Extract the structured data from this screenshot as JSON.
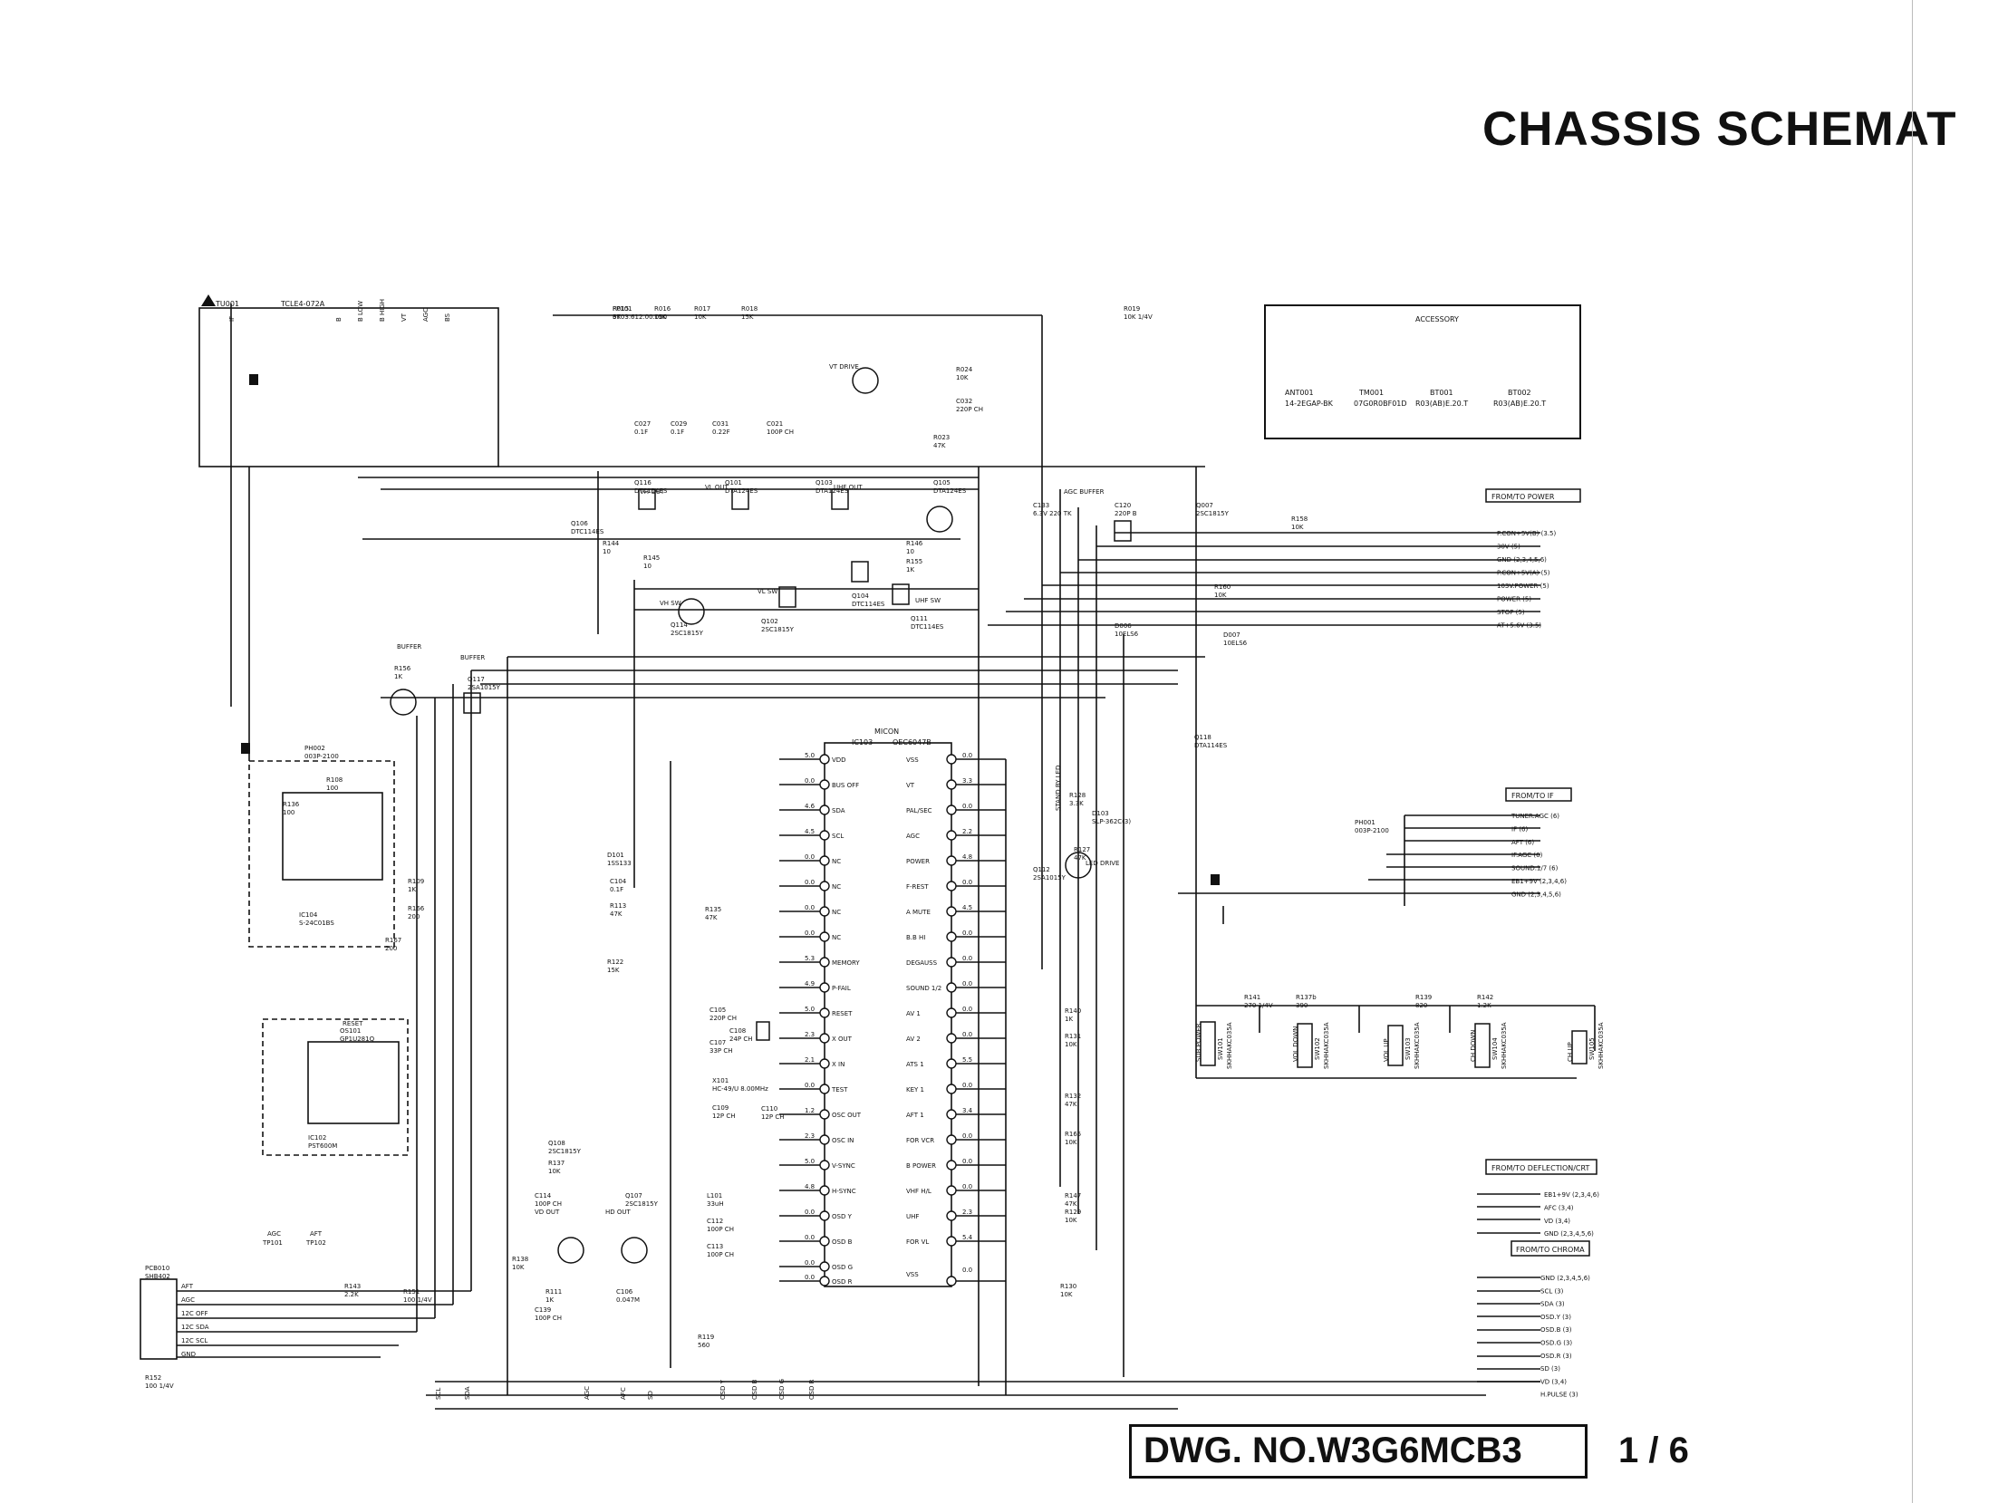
{
  "title": "CHASSIS SCHEMAT",
  "drawing_number": "DWG. NO.W3G6MCB3",
  "page": "1 / 6",
  "accessory": {
    "heading": "ACCESSORY",
    "items": [
      {
        "ref": "ANT001",
        "part": "14-2EGAP-BK"
      },
      {
        "ref": "TM001",
        "part": "07G0R0BF01D"
      },
      {
        "ref": "BT001",
        "part": "R03(AB)E.20.T"
      },
      {
        "ref": "BT002",
        "part": "R03(AB)E.20.T"
      }
    ]
  },
  "tuner": {
    "ref": "TU001",
    "part": "TCLE4-072A"
  },
  "connectors": {
    "power": {
      "label": "FROM/TO POWER",
      "pins": [
        "P.CON+5V(B) (3.5)",
        "30V (5)",
        "GND (2,3,4,5,6)",
        "P.CON+5V(A) (5)",
        "103V.POWER (5)",
        "POWER (5)",
        "STOP (5)",
        "AT+5.6V (3.5)"
      ]
    },
    "if": {
      "label": "FROM/TO IF",
      "pins": [
        "TUNER.AGC (6)",
        "IF (6)",
        "AFT (6)",
        "IF.AGC (6)",
        "SOUND.1/7 (6)",
        "EB1+9V (2,3,4,6)",
        "GND (2,3,4,5,6)"
      ]
    },
    "deflection": {
      "label": "FROM/TO DEFLECTION/CRT",
      "pins": [
        "EB1+9V (2,3,4,6)",
        "AFC (3,4)",
        "VD (3,4)",
        "GND (2,3,4,5,6)"
      ]
    },
    "chroma": {
      "label": "FROM/TO CHROMA",
      "pins": [
        "GND (2,3,4,5,6)",
        "SCL (3)",
        "SDA (3)",
        "OSD.Y (3)",
        "OSD.B (3)",
        "OSD.G (3)",
        "OSD.R (3)",
        "SD (3)",
        "VD (3,4)",
        "H.PULSE (3)"
      ]
    }
  },
  "micon": {
    "ref": "IC103",
    "name": "MICON",
    "part": "OEC6047B",
    "left_pins": [
      "VDD",
      "BUS OFF",
      "SDA",
      "SCL",
      "NC",
      "NC",
      "NC",
      "NC",
      "MEMORY",
      "P-FAIL",
      "RESET",
      "X OUT",
      "X IN",
      "TEST",
      "OSC OUT",
      "OSC IN",
      "V-SYNC",
      "H-SYNC",
      "OSD Y",
      "OSD B",
      "OSD G",
      "OSD R"
    ],
    "left_volts": [
      "5.0",
      "0.0",
      "4.6",
      "4.5",
      "0.0",
      "0.0",
      "0.0",
      "0.0",
      "5.3",
      "4.9",
      "5.0",
      "2.3",
      "2.1",
      "0.0",
      "1.2",
      "2.3",
      "5.0",
      "4.8",
      "0.0",
      "0.0",
      "0.0",
      "0.0"
    ],
    "right_pins": [
      "VSS",
      "VT",
      "PAL/SEC",
      "AGC",
      "POWER",
      "F-REST",
      "A MUTE",
      "B.B HI",
      "DEGAUSS",
      "SOUND 1/2",
      "AV 1",
      "AV 2",
      "ATS 1",
      "KEY 1",
      "AFT 1",
      "FOR VCR",
      "B POWER",
      "VHF H/L",
      "UHF",
      "FOR VL",
      "VSS"
    ],
    "right_volts": [
      "0.0",
      "3.3",
      "0.0",
      "2.2",
      "4.8",
      "0.0",
      "4.5",
      "0.0",
      "0.0",
      "0.0",
      "0.0",
      "0.0",
      "5.5",
      "0.0",
      "3.4",
      "0.0",
      "0.0",
      "0.0",
      "2.3",
      "5.4",
      "0.0"
    ]
  },
  "components": [
    {
      "ref": "R015",
      "val": "3K"
    },
    {
      "ref": "R016",
      "val": "15K"
    },
    {
      "ref": "R017",
      "val": "10K"
    },
    {
      "ref": "R018",
      "val": "15K"
    },
    {
      "ref": "R019",
      "val": "10K 1/4V"
    },
    {
      "ref": "R024",
      "val": "10K"
    },
    {
      "ref": "R023",
      "val": "47K"
    },
    {
      "ref": "C027",
      "val": "0.1F"
    },
    {
      "ref": "C029",
      "val": "0.1F"
    },
    {
      "ref": "C031",
      "val": "0.22F"
    },
    {
      "ref": "C021",
      "val": "100P CH"
    },
    {
      "ref": "C032",
      "val": "220P CH"
    },
    {
      "ref": "Q007",
      "val": "2SC1815Y"
    },
    {
      "ref": "R158",
      "val": "10K"
    },
    {
      "ref": "R160",
      "val": "10K"
    },
    {
      "ref": "D007",
      "val": "10ELS6"
    },
    {
      "ref": "D006",
      "val": "10ELS6"
    },
    {
      "ref": "C133",
      "val": "6.3V 220 TK"
    },
    {
      "ref": "C120",
      "val": "220P B"
    },
    {
      "ref": "Q116",
      "val": "DTC114ES"
    },
    {
      "ref": "Q101",
      "val": "DTA124ES"
    },
    {
      "ref": "Q103",
      "val": "DTA124ES"
    },
    {
      "ref": "Q105",
      "val": "DTA124ES"
    },
    {
      "ref": "Q114",
      "val": "2SC1815Y"
    },
    {
      "ref": "Q102",
      "val": "2SC1815Y"
    },
    {
      "ref": "Q104",
      "val": "DTC114ES"
    },
    {
      "ref": "Q111",
      "val": "DTC114ES"
    },
    {
      "ref": "Q106",
      "val": "DTC114ES"
    },
    {
      "ref": "R144",
      "val": "10"
    },
    {
      "ref": "R145",
      "val": "10"
    },
    {
      "ref": "R146",
      "val": "10"
    },
    {
      "ref": "R155",
      "val": "1K"
    },
    {
      "ref": "R156",
      "val": "1K"
    },
    {
      "ref": "Q117",
      "val": "2SA1015Y"
    },
    {
      "ref": "Q118",
      "val": "DTA114ES"
    },
    {
      "ref": "PH001",
      "val": "003P-2100"
    },
    {
      "ref": "PH002",
      "val": "003P-2100"
    },
    {
      "ref": "R108",
      "val": "100"
    },
    {
      "ref": "R109",
      "val": "1K"
    },
    {
      "ref": "R166",
      "val": "200"
    },
    {
      "ref": "R167",
      "val": "200"
    },
    {
      "ref": "R136",
      "val": "100"
    },
    {
      "ref": "IC104",
      "val": "S-24C01BS"
    },
    {
      "ref": "OS101",
      "val": "GP1U281Q"
    },
    {
      "ref": "IC102",
      "val": "PST600M"
    },
    {
      "ref": "D101",
      "val": "1SS133"
    },
    {
      "ref": "C104",
      "val": "0.1F"
    },
    {
      "ref": "R113",
      "val": "47K"
    },
    {
      "ref": "R135",
      "val": "47K"
    },
    {
      "ref": "R122",
      "val": "15K"
    },
    {
      "ref": "C105",
      "val": "220P CH"
    },
    {
      "ref": "C107",
      "val": "33P CH"
    },
    {
      "ref": "C108",
      "val": "24P CH"
    },
    {
      "ref": "X101",
      "val": "HC-49/U 8.00MHz"
    },
    {
      "ref": "C109",
      "val": "12P CH"
    },
    {
      "ref": "C110",
      "val": "12P CH"
    },
    {
      "ref": "L101",
      "val": "33uH"
    },
    {
      "ref": "C112",
      "val": "100P CH"
    },
    {
      "ref": "C113",
      "val": "100P CH"
    },
    {
      "ref": "C114",
      "val": "100P CH"
    },
    {
      "ref": "Q107",
      "val": "2SC1815Y"
    },
    {
      "ref": "Q108",
      "val": "2SC1815Y"
    },
    {
      "ref": "R137",
      "val": "10K"
    },
    {
      "ref": "R138",
      "val": "10K"
    },
    {
      "ref": "R111",
      "val": "1K"
    },
    {
      "ref": "C106",
      "val": "0.047M"
    },
    {
      "ref": "C139",
      "val": "100P CH"
    },
    {
      "ref": "R119",
      "val": "560"
    },
    {
      "ref": "R140",
      "val": "1K"
    },
    {
      "ref": "R131",
      "val": "10K"
    },
    {
      "ref": "R132",
      "val": "47K"
    },
    {
      "ref": "R165",
      "val": "10K"
    },
    {
      "ref": "R147",
      "val": "47K"
    },
    {
      "ref": "R129",
      "val": "10K"
    },
    {
      "ref": "R130",
      "val": "10K"
    },
    {
      "ref": "R127",
      "val": "47K"
    },
    {
      "ref": "Q112",
      "val": "2SA1015Y"
    },
    {
      "ref": "R128",
      "val": "3.3K"
    },
    {
      "ref": "D103",
      "val": "SLP-362C(3)"
    },
    {
      "ref": "R141",
      "val": "270 1/4V"
    },
    {
      "ref": "R137b",
      "val": "390"
    },
    {
      "ref": "R139",
      "val": "820"
    },
    {
      "ref": "R142",
      "val": "1.2K"
    },
    {
      "ref": "R143",
      "val": "2.2K"
    },
    {
      "ref": "R151",
      "val": "100 1/4V"
    },
    {
      "ref": "R152",
      "val": "100 1/4V"
    },
    {
      "ref": "PCB010",
      "val": "SHB402"
    },
    {
      "ref": "FP101",
      "val": "6703.612.00.000"
    }
  ],
  "switches": [
    {
      "label": "SUB POWER",
      "ref": "SW101",
      "part": "SKHHAKC035A"
    },
    {
      "label": "VOL DOWN",
      "ref": "SW102",
      "part": "SKHHAKC035A"
    },
    {
      "label": "VOL UP",
      "ref": "SW103",
      "part": "SKHHAKC035A"
    },
    {
      "label": "CH DOWN",
      "ref": "SW104",
      "part": "SKHHAKC035A"
    },
    {
      "label": "CH UP",
      "ref": "SW105",
      "part": "SKHHAKC035A"
    }
  ],
  "block_labels": {
    "buffer1": "BUFFER",
    "buffer2": "BUFFER",
    "reset": "RESET",
    "led_drive": "LED DRIVE",
    "standby_led": "STAND BY LED",
    "agc_buffer": "AGC BUFFER",
    "vt_drive": "VT DRIVE",
    "vh_out": "VH OUT",
    "vl_out": "VL OUT",
    "uhf_out": "UHF OUT",
    "vl_sw": "VL SW",
    "vh_sw": "VH SW",
    "uhf_sw": "UHF SW",
    "vd_out": "VD OUT",
    "hd_out": "HD OUT",
    "agc_tp": "AGC",
    "aft_tp": "AFT",
    "tp101": "TP101",
    "tp102": "TP102"
  },
  "tuner_pins": [
    "IF",
    "B",
    "B LOW",
    "B HIGH",
    "VT",
    "AGC",
    "BS"
  ],
  "left_connector_pins": [
    "AFT",
    "AGC",
    "12C OFF",
    "12C SDA",
    "12C SCL",
    "GND"
  ],
  "bottom_signals": [
    "SCL",
    "SDA",
    "AGC",
    "AFC",
    "SD",
    "OSD Y",
    "OSD B",
    "OSD G",
    "OSD R"
  ],
  "colors": {
    "ink": "#111111",
    "paper": "#ffffff"
  }
}
